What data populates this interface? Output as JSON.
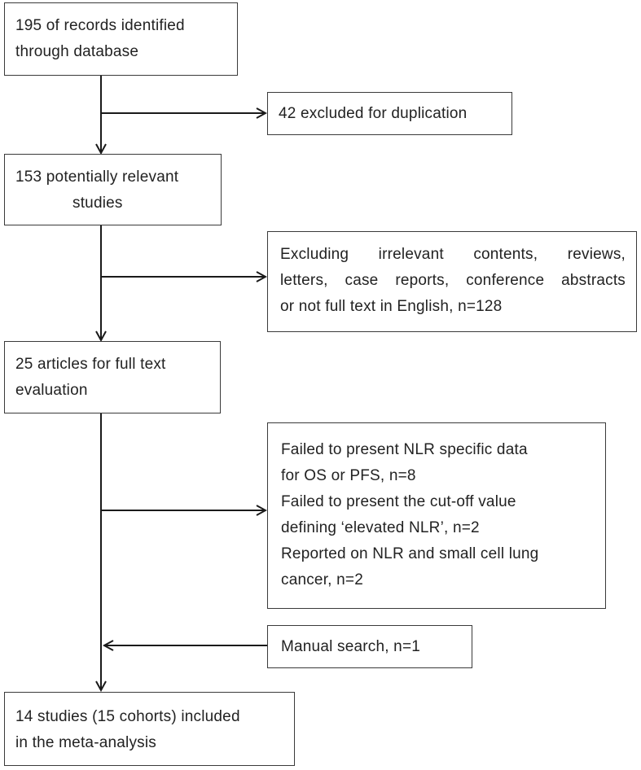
{
  "flowchart": {
    "records_box": [
      "195 of records identified",
      "through database"
    ],
    "duplication_box": [
      "42 excluded for duplication"
    ],
    "relevant_box": [
      "153 potentially relevant",
      "studies"
    ],
    "excluding_box": [
      "Excluding irrelevant contents, reviews,",
      "letters, case reports, conference abstracts",
      "or not full text in English, n=128"
    ],
    "fulltext_box": [
      "25 articles for full text",
      "evaluation"
    ],
    "failed_box": [
      "Failed to present NLR specific data",
      "for OS or PFS, n=8",
      "Failed to present the cut-off value",
      "defining ‘elevated NLR’, n=2",
      "Reported on NLR and small cell lung",
      "cancer, n=2"
    ],
    "manual_box": [
      "Manual search, n=1"
    ],
    "included_box": [
      "14 studies (15 cohorts) included",
      "in the meta-analysis"
    ]
  },
  "colors": {
    "line": "#1a1a1a",
    "border": "#3a3a3a",
    "text": "#222222"
  }
}
